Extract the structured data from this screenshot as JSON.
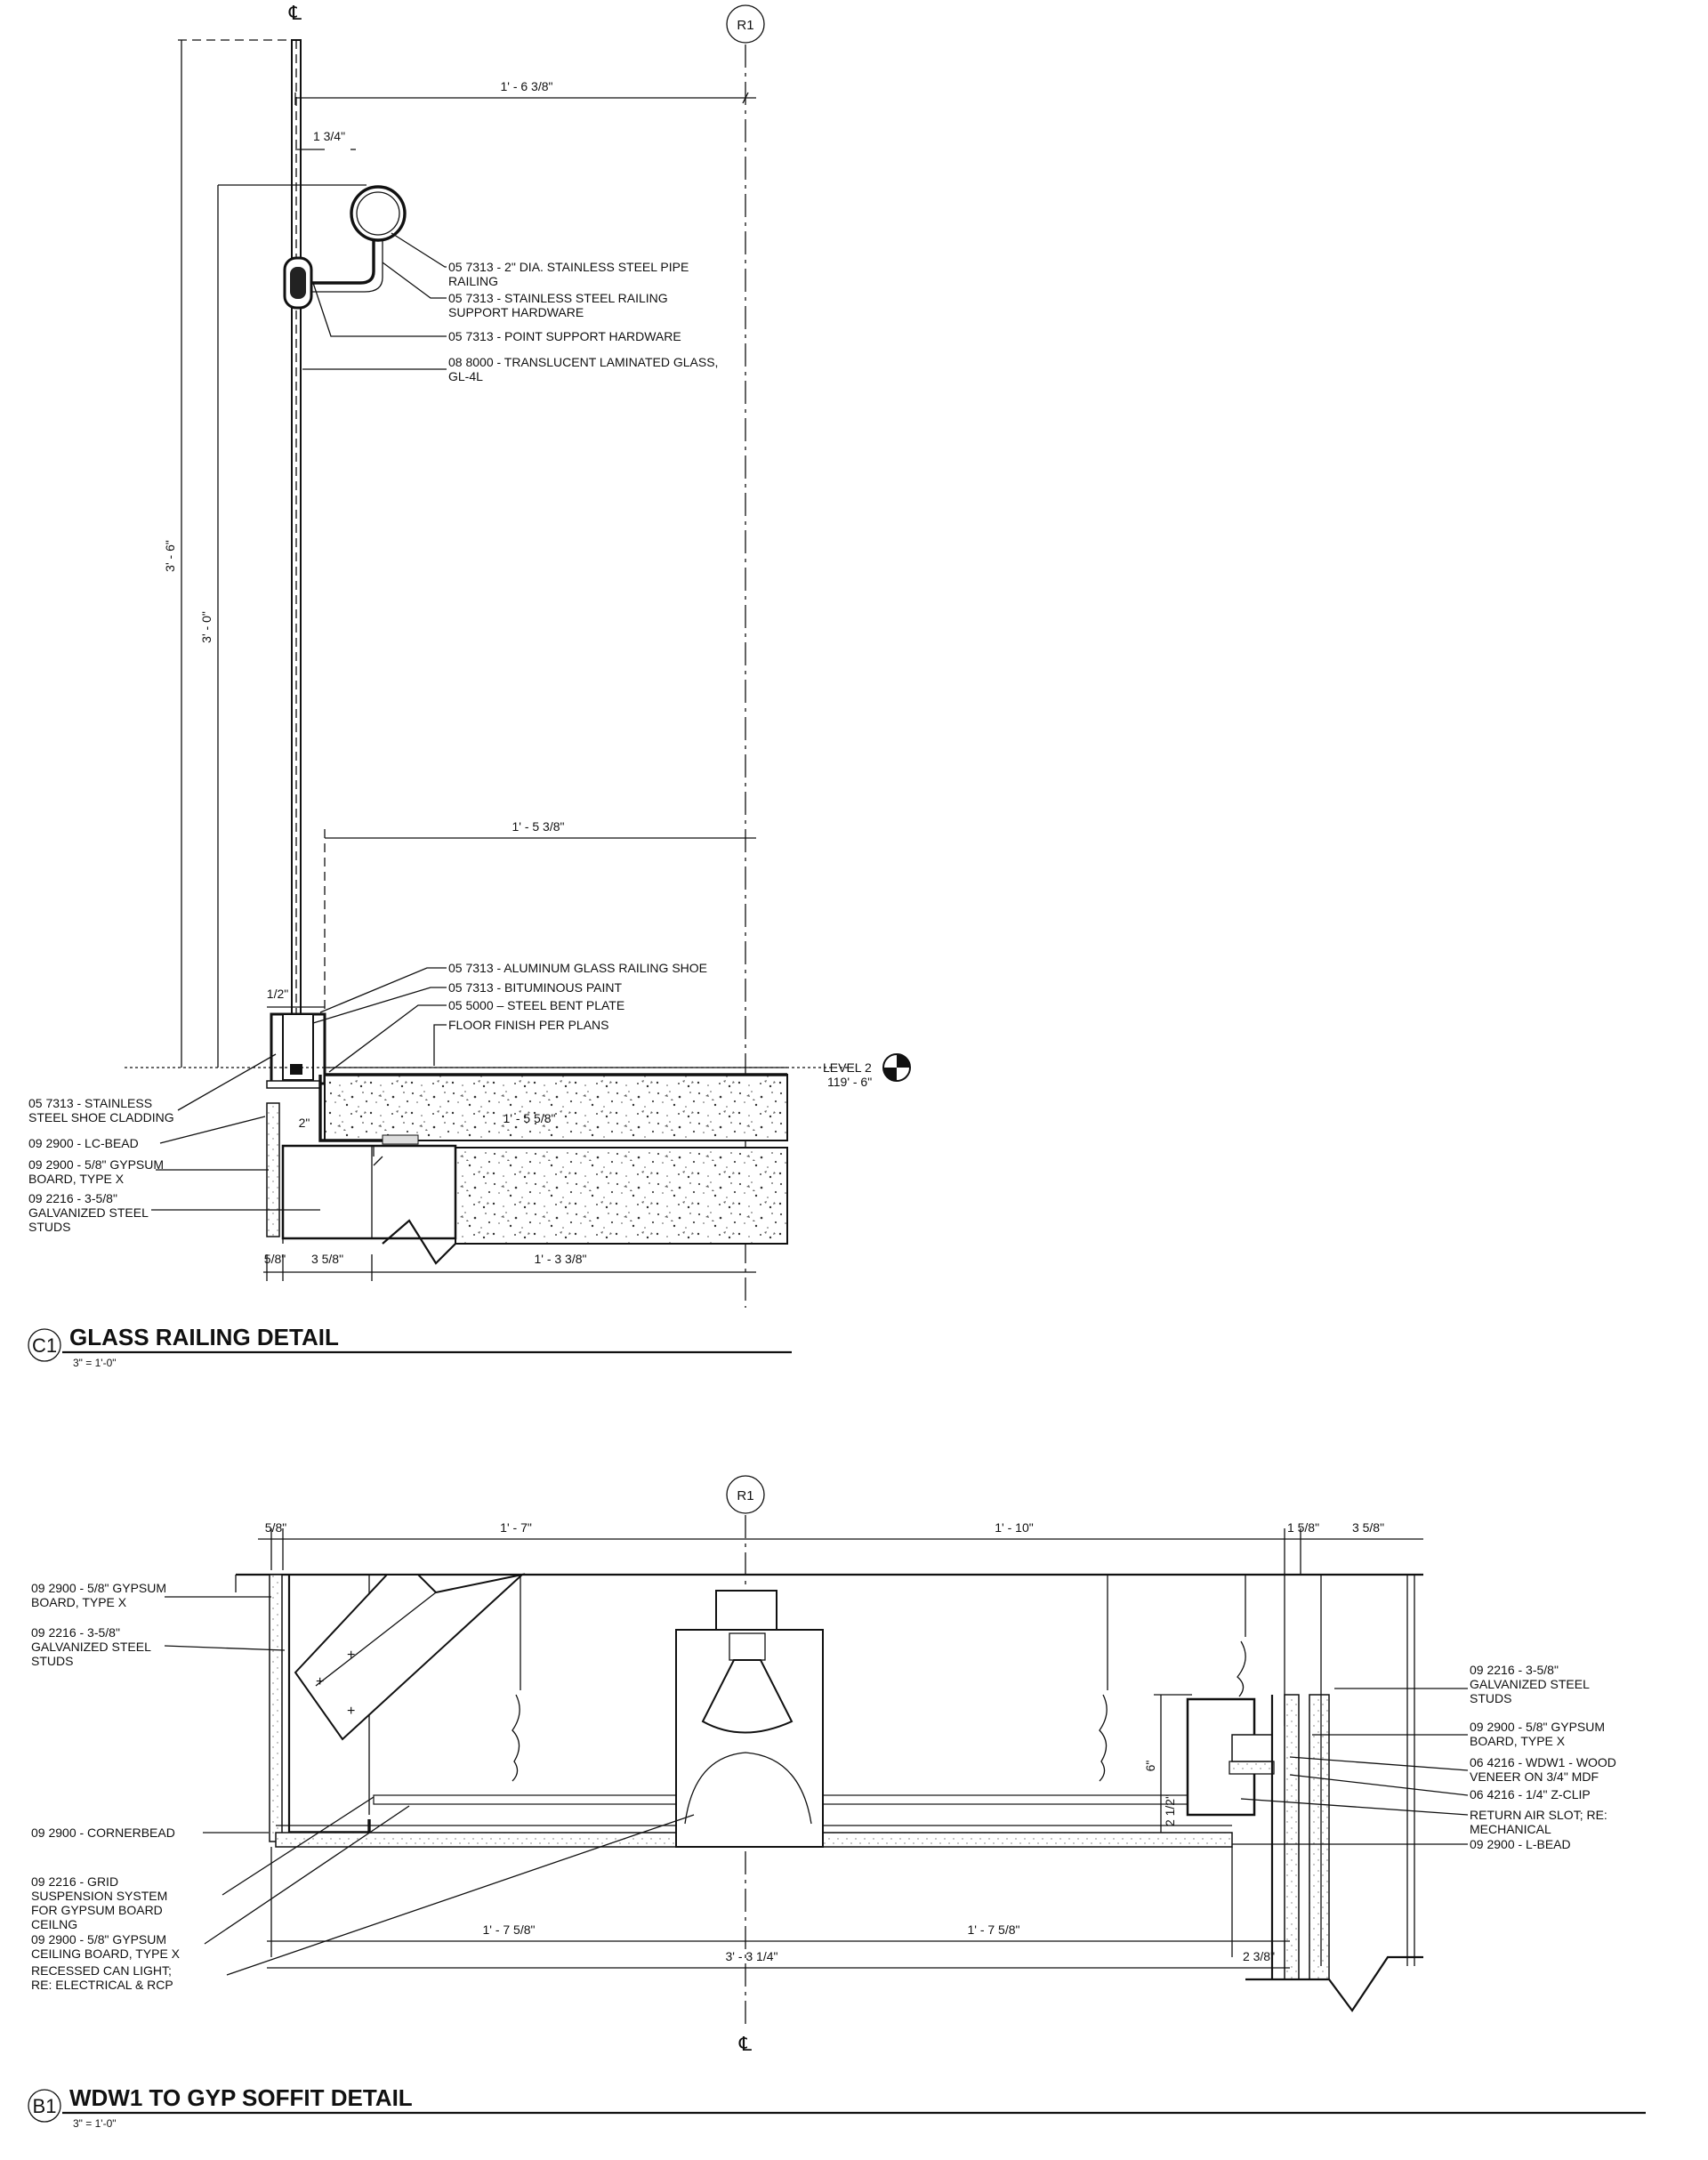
{
  "sheet": {
    "centerline_mark": "℄",
    "grid_bubble": "R1"
  },
  "detail_c1": {
    "badge": "C1",
    "title": "GLASS RAILING DETAIL",
    "scale": "3\" = 1'-0\"",
    "dimensions": {
      "overall_width": "1' - 6 3/8\"",
      "offset": "1 3/4\"",
      "height_total": "3' - 6\"",
      "height_rail": "3' - 0\"",
      "lower_width": "1' - 5 3/8\"",
      "shoe_width": "1/2\"",
      "shoe_depth": "2\"",
      "slab_width": "1' - 5 5/8\"",
      "bottom_a": "5/8\"",
      "bottom_b": "3 5/8\"",
      "bottom_c": "1' - 3 3/8\""
    },
    "level": {
      "name": "LEVEL 2",
      "elevation": "119' - 6\""
    },
    "notes_right": [
      [
        "05 7313 - 2\" DIA. STAINLESS STEEL PIPE",
        "RAILING"
      ],
      [
        "05 7313 - STAINLESS STEEL RAILING",
        "SUPPORT HARDWARE"
      ],
      [
        "05 7313 - POINT SUPPORT HARDWARE"
      ],
      [
        "08 8000 - TRANSLUCENT LAMINATED GLASS,",
        "GL-4L"
      ],
      [
        "05 7313 - ALUMINUM GLASS RAILING SHOE"
      ],
      [
        "05 7313 - BITUMINOUS PAINT"
      ],
      [
        "05 5000 – STEEL BENT PLATE"
      ],
      [
        "FLOOR FINISH PER PLANS"
      ]
    ],
    "notes_left": [
      [
        "05 7313 - STAINLESS",
        "STEEL SHOE CLADDING"
      ],
      [
        "09 2900 - LC-BEAD"
      ],
      [
        "09 2900 - 5/8\" GYPSUM",
        "BOARD, TYPE X"
      ],
      [
        "09 2216 - 3-5/8\"",
        "GALVANIZED STEEL",
        "STUDS"
      ]
    ]
  },
  "detail_b1": {
    "badge": "B1",
    "title": "WDW1 TO GYP SOFFIT DETAIL",
    "scale": "3\" = 1'-0\"",
    "dimensions": {
      "top_a": "5/8\"",
      "top_b": "1' - 7\"",
      "top_c": "1' - 10\"",
      "top_d": "1 5/8\"",
      "top_e": "3 5/8\"",
      "vert_a": "6\"",
      "vert_b": "2 1/2\"",
      "bottom_a": "1' - 7 5/8\"",
      "bottom_b": "1' - 7 5/8\"",
      "bottom_total": "3' - 3 1/4\"",
      "bottom_c": "2 3/8\""
    },
    "notes_left": [
      [
        "09 2900 - 5/8\" GYPSUM",
        "BOARD, TYPE X"
      ],
      [
        "09 2216 - 3-5/8\"",
        "GALVANIZED STEEL",
        "STUDS"
      ],
      [
        "09 2900 - CORNERBEAD"
      ],
      [
        "09 2216 - GRID",
        "SUSPENSION SYSTEM",
        "FOR GYPSUM BOARD",
        "CEILNG"
      ],
      [
        "09 2900 - 5/8\" GYPSUM",
        "CEILING BOARD, TYPE X"
      ],
      [
        "RECESSED CAN LIGHT;",
        "RE: ELECTRICAL & RCP"
      ]
    ],
    "notes_right": [
      [
        "09 2216 - 3-5/8\"",
        "GALVANIZED STEEL",
        "STUDS"
      ],
      [
        "09 2900 - 5/8\" GYPSUM",
        "BOARD, TYPE X"
      ],
      [
        "06 4216 - WDW1 - WOOD",
        "VENEER ON 3/4\" MDF"
      ],
      [
        "06 4216 - 1/4\" Z-CLIP"
      ],
      [
        "RETURN AIR SLOT; RE:",
        "MECHANICAL"
      ],
      [
        "09 2900 - L-BEAD"
      ]
    ]
  }
}
